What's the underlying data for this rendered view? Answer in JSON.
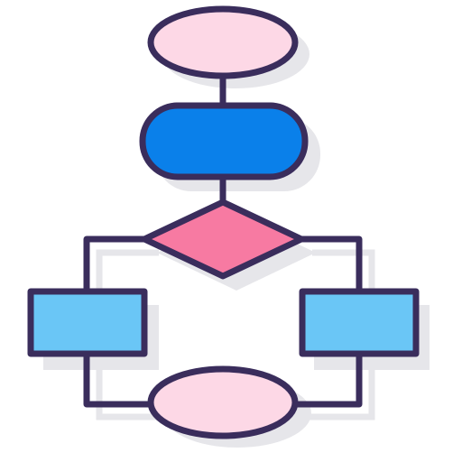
{
  "diagram": {
    "icon": "flowchart-icon",
    "nodes": [
      {
        "id": "start",
        "shape": "ellipse"
      },
      {
        "id": "process",
        "shape": "rounded-rectangle"
      },
      {
        "id": "decision",
        "shape": "diamond"
      },
      {
        "id": "branch-left",
        "shape": "rectangle"
      },
      {
        "id": "branch-right",
        "shape": "rectangle"
      },
      {
        "id": "end",
        "shape": "ellipse"
      }
    ],
    "edges": [
      {
        "from": "start",
        "to": "process"
      },
      {
        "from": "process",
        "to": "decision"
      },
      {
        "from": "decision",
        "to": "branch-left"
      },
      {
        "from": "decision",
        "to": "branch-right"
      },
      {
        "from": "branch-left",
        "to": "end"
      },
      {
        "from": "branch-right",
        "to": "end"
      }
    ]
  },
  "colors": {
    "outline": "#3a2d5c",
    "shadow": "#e6e6ea",
    "ellipse_fill": "#fdd8e6",
    "process_fill": "#0a80ea",
    "decision_fill": "#f77aa2",
    "box_fill": "#6ac6f6"
  }
}
